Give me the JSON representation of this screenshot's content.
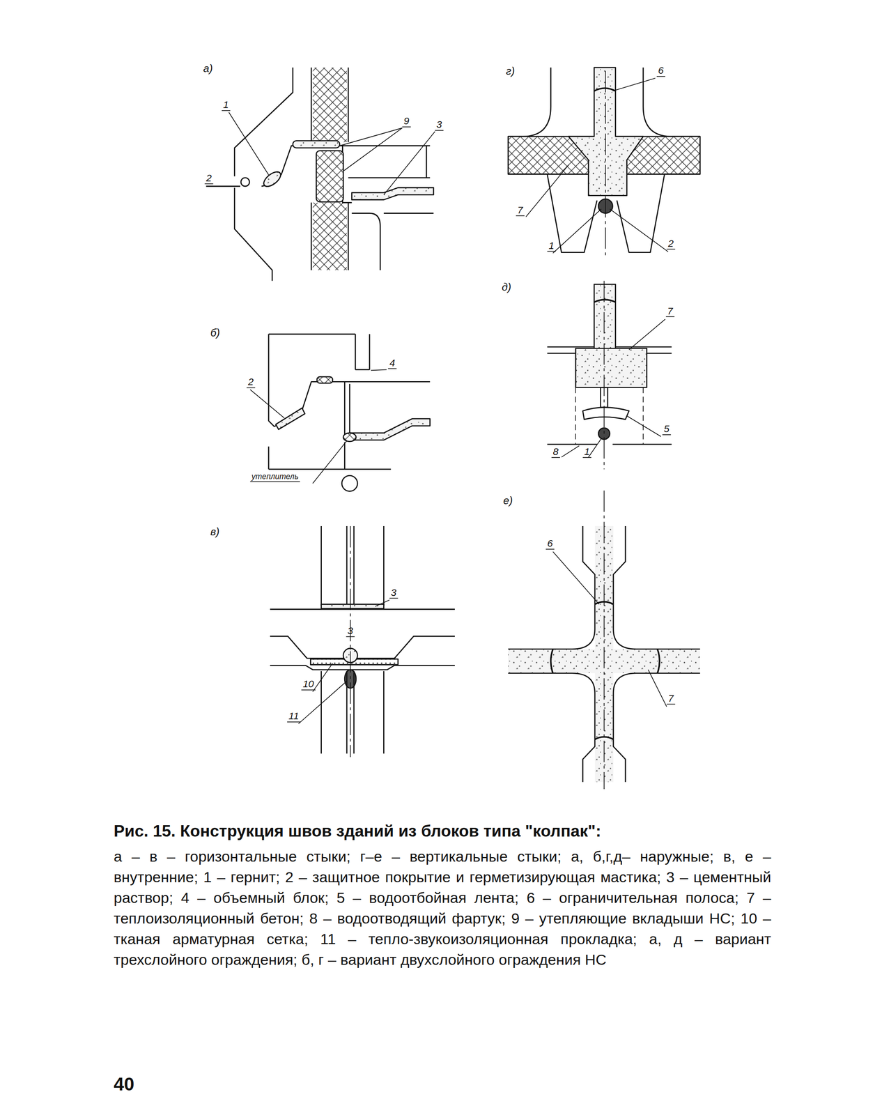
{
  "diagram": {
    "title": "Рис. 15. Конструкция швов зданий из блоков типа \"колпак\":",
    "caption": "а – в – горизонтальные стыки; г–е – вертикальные стыки; а, б,г,д– наружные; в, е – внутренние; 1 – гернит; 2 – защитное покрытие и герметизирующая мастика; 3 – цементный раствор; 4 – объемный блок; 5 – водоотбойная лента; 6 – ограничительная полоса; 7 – теплоизоляционный бетон; 8 – водоотводящий фартук; 9 – утепляющие вкладыши НС; 10 – тканая арматурная сетка; 11 – тепло-звукоизоляционная прокладка; а, д – вариант трехслойного ограждения; б, г – вариант двухслойного ограждения НС",
    "labels": [
      "а)",
      "1",
      "2",
      "9",
      "3",
      "б)",
      "2",
      "4",
      "утеплитель",
      "в)",
      "3",
      "3",
      "10",
      "11",
      "г)",
      "6",
      "7",
      "1",
      "2",
      "д)",
      "7",
      "5",
      "8",
      "1",
      "е)",
      "6",
      "7",
      "40"
    ]
  }
}
